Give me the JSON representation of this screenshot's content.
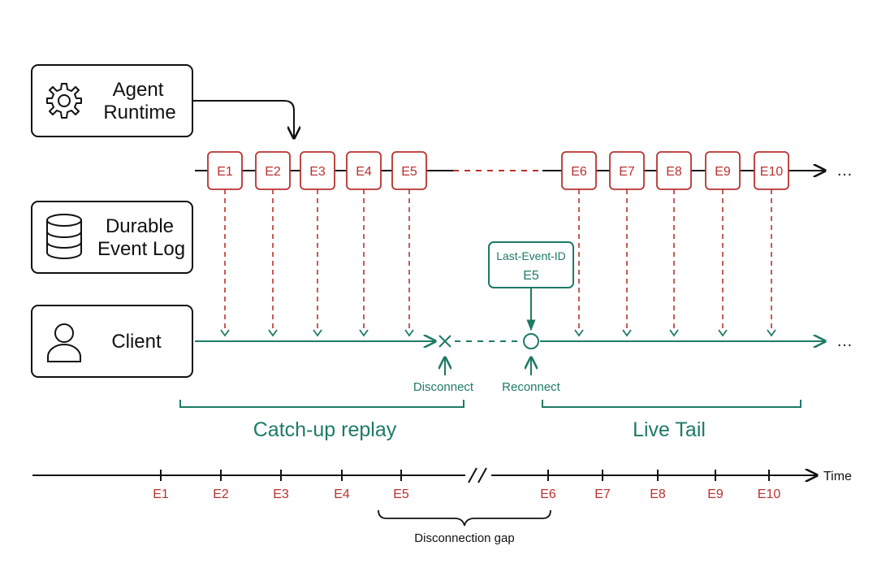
{
  "nodes": {
    "agent_runtime": {
      "line1": "Agent",
      "line2": "Runtime",
      "icon": "gear-icon"
    },
    "durable_event_log": {
      "line1": "Durable",
      "line2": "Event Log",
      "icon": "database-icon"
    },
    "client": {
      "label": "Client",
      "icon": "user-icon"
    }
  },
  "events_top": [
    "E1",
    "E2",
    "E3",
    "E4",
    "E5",
    "E6",
    "E7",
    "E8",
    "E9",
    "E10"
  ],
  "ellipsis": "…",
  "last_event": {
    "line1": "Last-Event-ID",
    "line2": "E5"
  },
  "markers": {
    "disconnect": "Disconnect",
    "reconnect": "Reconnect"
  },
  "phases": {
    "catch_up": "Catch-up replay",
    "live_tail": "Live Tail"
  },
  "timeline": {
    "axis_label": "Time",
    "ticks": [
      "E1",
      "E2",
      "E3",
      "E4",
      "E5",
      "E6",
      "E7",
      "E8",
      "E9",
      "E10"
    ],
    "gap_label": "Disconnection gap"
  },
  "colors": {
    "event_red": "#b8322f",
    "client_green": "#1e7a66",
    "ink": "#111111"
  }
}
